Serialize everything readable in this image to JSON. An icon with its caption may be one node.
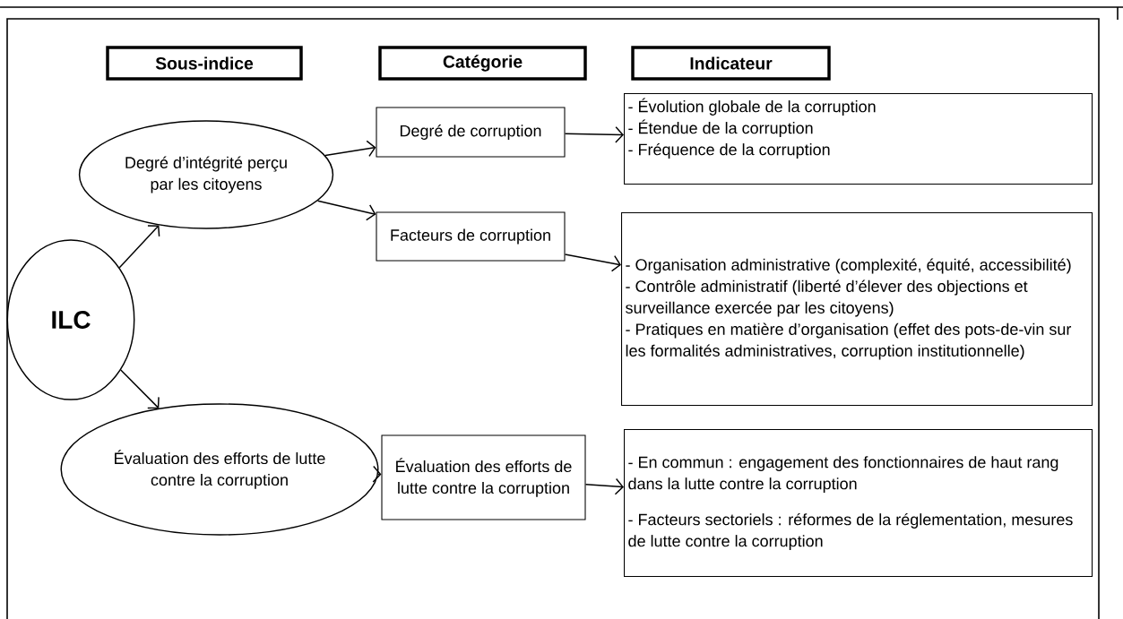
{
  "diagram": {
    "nodes": [
      {
        "text": [
          "Sous-indice"
        ]
      },
      {
        "text": [
          "Catégorie"
        ]
      },
      {
        "text": [
          "Indicateur"
        ]
      },
      {
        "text": [
          "ILC"
        ]
      },
      {
        "text": [
          "Degré d’intégrité perçu par les citoyens"
        ]
      },
      {
        "text": [
          "Évaluation des efforts de lutte contre la corruption"
        ]
      },
      {
        "text": [
          "Degré de corruption"
        ]
      },
      {
        "text": [
          "Facteurs de corruption"
        ]
      },
      {
        "text": [
          "Évaluation des efforts de lutte contre la corruption"
        ]
      },
      {
        "text": [
          "- Évolution globale de la corruption",
          "- Étendue de la corruption",
          "- Fréquence de la corruption"
        ]
      },
      {
        "text": [
          "- Organisation administrative (complexité, équité, accessibilité)",
          "- Contrôle administratif (liberté d’élever des objections et surveillance exercée par les citoyens)",
          "- Pratiques en matière d’organisation (effet des pots-de-vin sur les formalités administratives, corruption institutionnelle)"
        ]
      },
      {
        "text": [
          "- En commun : engagement des fonctionnaires de haut rang dans la lutte contre la corruption",
          "- Facteurs sectoriels : réformes de la réglementation, mesures de lutte contre la corruption"
        ]
      }
    ],
    "edges": [
      {
        "from": 3,
        "to": 4,
        "arrow": "to"
      },
      {
        "from": 3,
        "to": 5,
        "arrow": "to"
      },
      {
        "from": 4,
        "to": 6,
        "arrow": "to"
      },
      {
        "from": 4,
        "to": 7,
        "arrow": "to"
      },
      {
        "from": 5,
        "to": 8,
        "arrow": "to"
      },
      {
        "from": 6,
        "to": 9,
        "arrow": "to"
      },
      {
        "from": 7,
        "to": 10,
        "arrow": "to"
      },
      {
        "from": 8,
        "to": 11,
        "arrow": "to"
      }
    ]
  }
}
